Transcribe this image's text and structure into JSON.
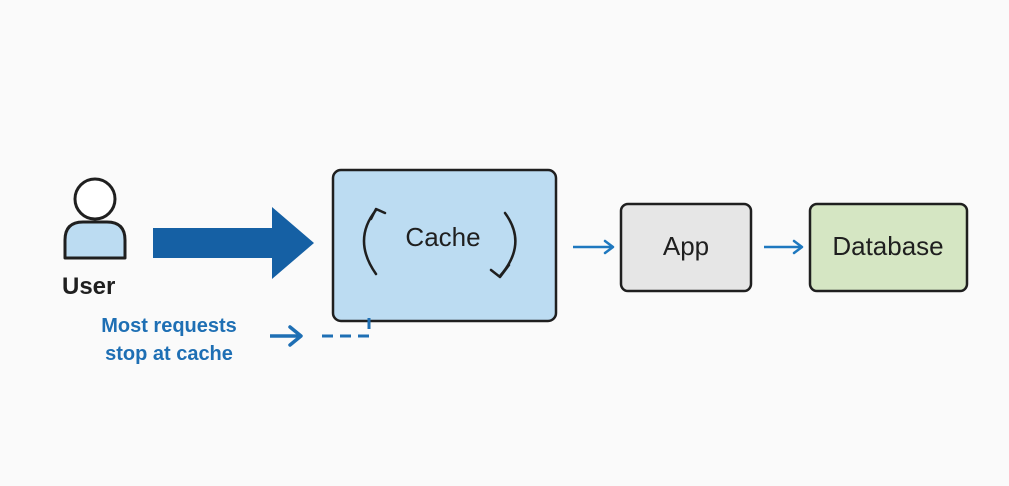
{
  "nodes": {
    "user": {
      "label": "User",
      "color": "#bcdcf2"
    },
    "cache": {
      "label": "Cache",
      "color": "#bcdcf2"
    },
    "app": {
      "label": "App",
      "color": "#e6e6e6"
    },
    "database": {
      "label": "Database",
      "color": "#d5e6c3"
    }
  },
  "annotation": {
    "line1": "Most requests",
    "line2": "stop at cache",
    "color": "#1e6fb4"
  },
  "arrows": {
    "main_color": "#1560a4",
    "flow_color": "#1e78bf"
  },
  "icons": {
    "user": "person-icon",
    "cache": "refresh-cycle-icon"
  }
}
